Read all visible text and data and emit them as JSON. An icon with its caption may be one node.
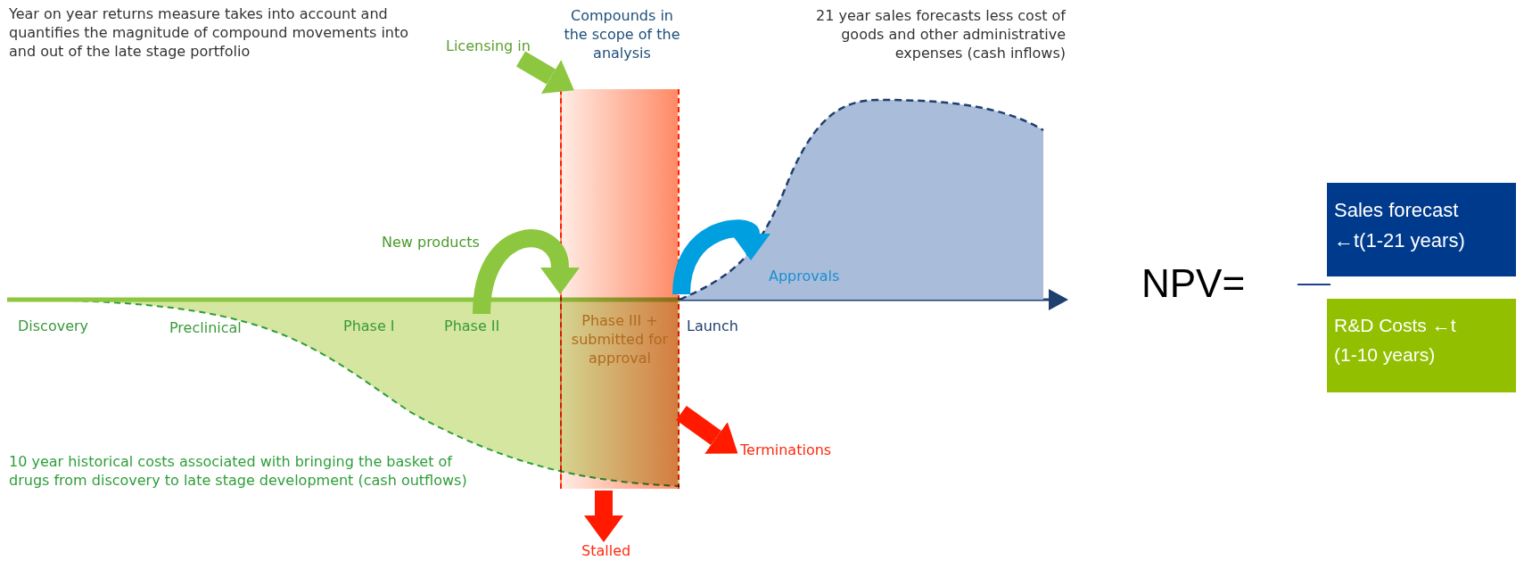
{
  "diagram": {
    "nodes": [
      {
        "text": [
          "Phase III + submitted for approval"
        ]
      },
      {
        "text": [
          "Licensing in"
        ]
      },
      {
        "text": [
          "Phase II"
        ]
      },
      {
        "text": [
          "Terminations"
        ]
      },
      {
        "text": [
          "Stalled"
        ]
      },
      {
        "text": [
          "Sales forecast ←t(1-21 years)"
        ]
      },
      {
        "text": [
          "R&D Costs ←t (1-10 years)"
        ]
      },
      {
        "text": [],
        "shape": "area"
      }
    ],
    "edges": [
      {
        "from": 1,
        "to": 0,
        "arrow": "to",
        "color": "#8dc63f"
      },
      {
        "from": 2,
        "to": 0,
        "arrow": "to",
        "label": "New products",
        "color": "#8dc63f"
      },
      {
        "from": 0,
        "to": 7,
        "arrow": "to",
        "label": "Approvals",
        "color": "#00a0e0"
      },
      {
        "from": 0,
        "to": 3,
        "arrow": "to",
        "color": "#ff1a00"
      },
      {
        "from": 0,
        "to": 4,
        "arrow": "to",
        "color": "#ff1a00"
      }
    ],
    "labels": [
      "Year on year returns measure takes into account and quantifies the magnitude of compound movements into and out of the late stage portfolio",
      "Compounds in the scope of the analysis",
      "21 year sales forecasts less cost of goods and other administrative expenses (cash inflows)",
      "Discovery",
      "Preclinical",
      "Phase I",
      "Launch",
      "10 year historical costs associated with bringing the basket of drugs from discovery to late stage development (cash outflows)",
      "NPV="
    ]
  }
}
